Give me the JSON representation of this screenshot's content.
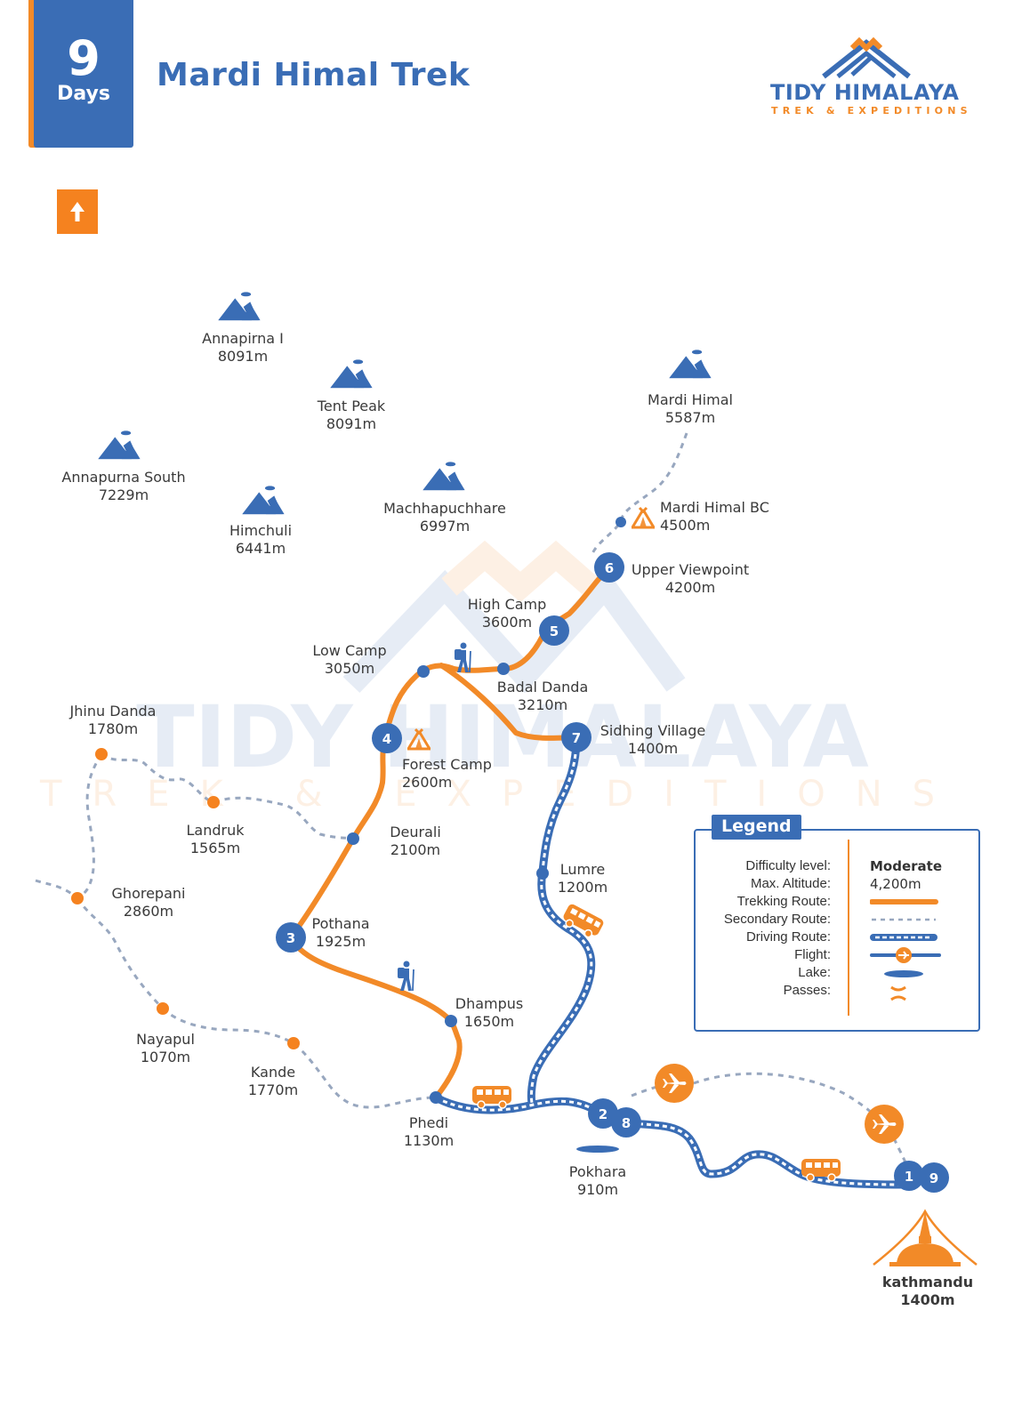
{
  "header": {
    "days_number": "9",
    "days_label": "Days",
    "title": "Mardi Himal Trek"
  },
  "brand": {
    "name": "TIDY HIMALAYA",
    "tagline": "TREK & EXPEDITIONS",
    "colors": {
      "primary": "#3a6db5",
      "accent": "#f28a28"
    }
  },
  "compass": {
    "icon": "north-arrow-icon"
  },
  "peaks": [
    {
      "name": "Annapirna I",
      "altitude": "8091m"
    },
    {
      "name": "Tent Peak",
      "altitude": "8091m"
    },
    {
      "name": "Annapurna South",
      "altitude": "7229m"
    },
    {
      "name": "Himchuli",
      "altitude": "6441m"
    },
    {
      "name": "Machhapuchhare",
      "altitude": "6997m"
    },
    {
      "name": "Mardi Himal",
      "altitude": "5587m"
    }
  ],
  "stops": [
    {
      "name": "Mardi Himal BC",
      "altitude": "4500m"
    },
    {
      "name": "Upper Viewpoint",
      "altitude": "4200m",
      "day": "6"
    },
    {
      "name": "High Camp",
      "altitude": "3600m",
      "day": "5"
    },
    {
      "name": "Low Camp",
      "altitude": "3050m"
    },
    {
      "name": "Badal Danda",
      "altitude": "3210m"
    },
    {
      "name": "Sidhing Village",
      "altitude": "1400m",
      "day": "7"
    },
    {
      "name": "Forest Camp",
      "altitude": "2600m",
      "day": "4"
    },
    {
      "name": "Deurali",
      "altitude": "2100m"
    },
    {
      "name": "Pothana",
      "altitude": "1925m",
      "day": "3"
    },
    {
      "name": "Dhampus",
      "altitude": "1650m"
    },
    {
      "name": "Phedi",
      "altitude": "1130m"
    },
    {
      "name": "Lumre",
      "altitude": "1200m"
    },
    {
      "name": "Pokhara",
      "altitude": "910m",
      "days": [
        "2",
        "8"
      ]
    },
    {
      "name": "kathmandu",
      "altitude": "1400m",
      "days": [
        "1",
        "9"
      ]
    }
  ],
  "secondary_places": [
    {
      "name": "Jhinu Danda",
      "altitude": "1780m"
    },
    {
      "name": "Landruk",
      "altitude": "1565m"
    },
    {
      "name": "Ghorepani",
      "altitude": "2860m"
    },
    {
      "name": "Nayapul",
      "altitude": "1070m"
    },
    {
      "name": "Kande",
      "altitude": "1770m"
    }
  ],
  "legend": {
    "title": "Legend",
    "keys": [
      "Difficulty level:",
      "Max. Altitude:",
      "Trekking Route:",
      "Secondary Route:",
      "Driving Route:",
      "Flight:",
      "Lake:",
      "Passes:"
    ],
    "difficulty": "Moderate",
    "max_altitude": "4,200m"
  },
  "watermark": {
    "name": "TIDY HIMALAYA",
    "tagline": "TREK & EXPEDITIONS"
  }
}
